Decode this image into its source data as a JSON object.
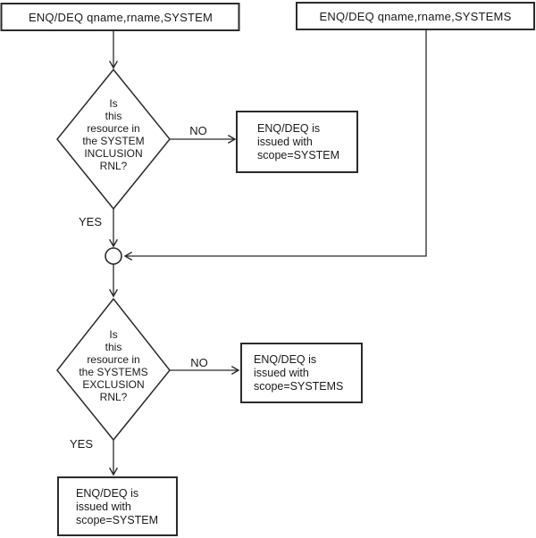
{
  "diagram": {
    "colors": {
      "line": "#2b2b2b",
      "text": "#1a1a1a",
      "background": "#ffffff"
    },
    "nodes": {
      "start_system": "ENQ/DEQ qname,rname,SYSTEM",
      "start_systems": "ENQ/DEQ qname,rname,SYSTEMS",
      "decision_inclusion": "Is\nthis\nresource in\nthe SYSTEM\nINCLUSION\nRNL?",
      "result_inclusion_no": "ENQ/DEQ is\nissued with\nscope=SYSTEM",
      "decision_exclusion": "Is\nthis\nresource in\nthe SYSTEMS\nEXCLUSION\nRNL?",
      "result_exclusion_no": "ENQ/DEQ is\nissued with\nscope=SYSTEMS",
      "result_exclusion_yes": "ENQ/DEQ is\nissued with\nscope=SYSTEM"
    },
    "edges": {
      "inclusion_no": "NO",
      "inclusion_yes": "YES",
      "exclusion_no": "NO",
      "exclusion_yes": "YES"
    }
  }
}
